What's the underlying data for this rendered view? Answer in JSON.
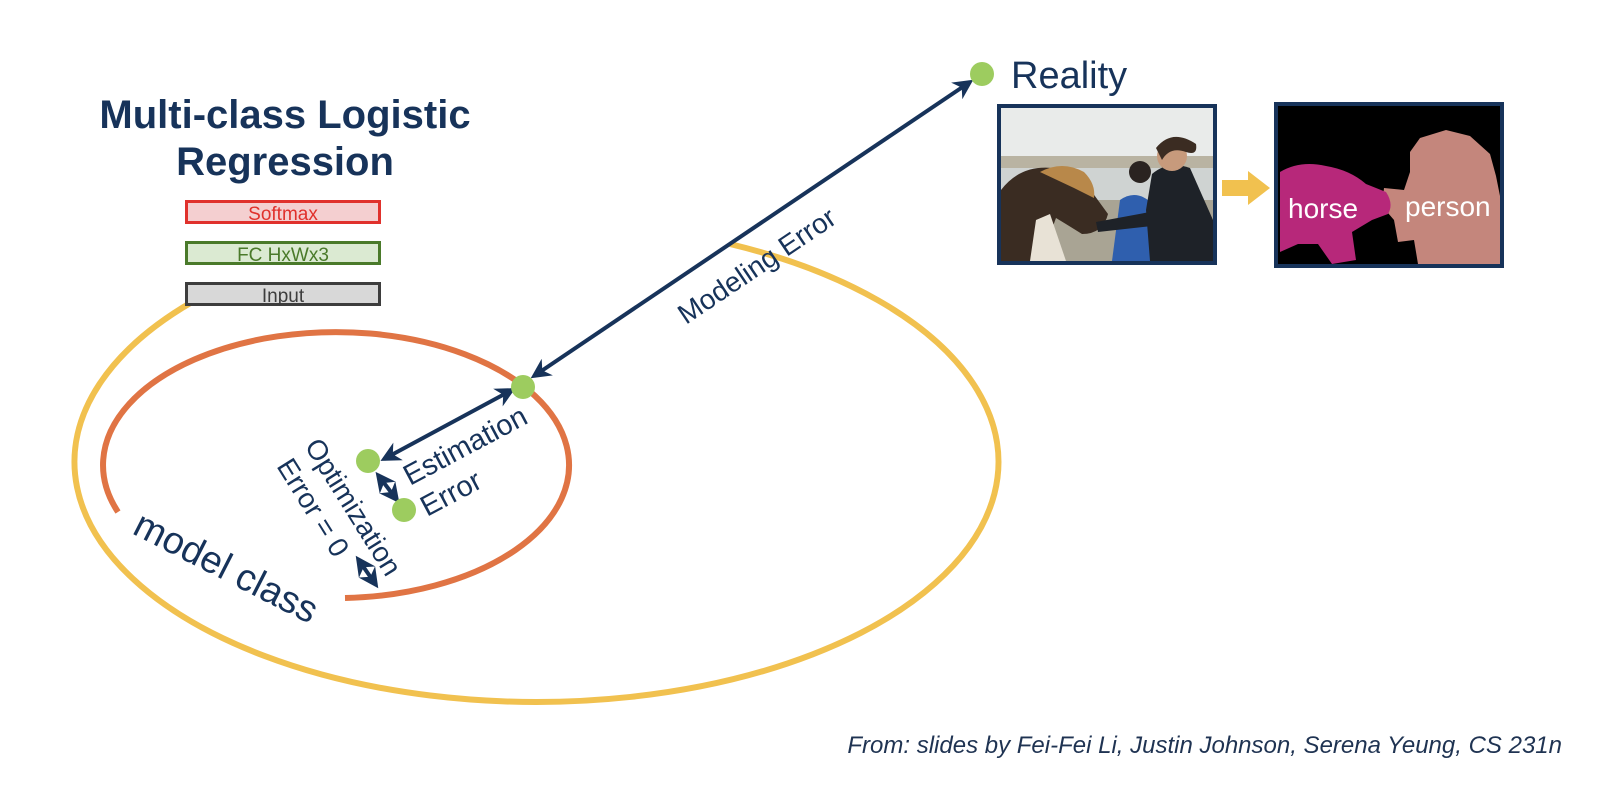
{
  "title": {
    "line1": "Multi-class Logistic",
    "line2": "Regression"
  },
  "layers": {
    "softmax": "Softmax",
    "fc": "FC HxWx3",
    "input": "Input"
  },
  "labels": {
    "reality": "Reality",
    "modeling_error": "Modeling Error",
    "estimation": "Estimation",
    "error": "Error",
    "optimization": "Optimization",
    "error_zero": "Error = 0",
    "model_class": "model class"
  },
  "segmentation": {
    "horse": "horse",
    "person": "person"
  },
  "footer": "From: slides by Fei-Fei Li, Justin Johnson, Serena Yeung, CS 231n",
  "colors": {
    "navy": "#17335a",
    "outer_ellipse": "#f1c14f",
    "inner_ellipse": "#e07444",
    "point": "#9dcc5f",
    "arrow_right": "#f1c14f",
    "horse_mask": "#b7287a",
    "person_mask": "#c4867c"
  },
  "icons": [
    "photo-horse-people",
    "segmentation-mask",
    "right-arrow-icon"
  ]
}
